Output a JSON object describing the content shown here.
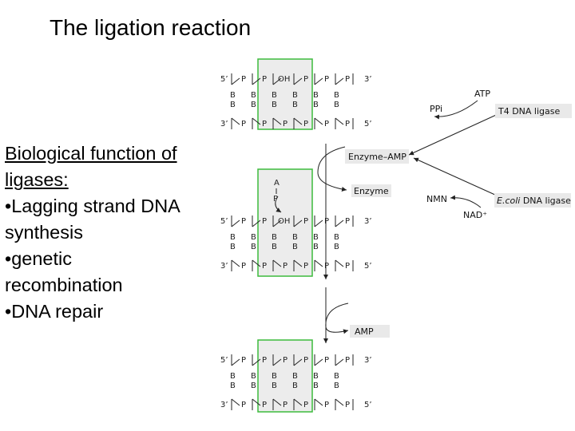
{
  "slide": {
    "title": "The ligation reaction",
    "bio_heading": [
      "Biological function of",
      "ligases:"
    ],
    "bio_items": [
      "•Lagging strand DNA",
      "synthesis",
      "•genetic",
      "recombination",
      "•DNA repair"
    ]
  },
  "diagram": {
    "strand_ends": {
      "five_prime": "5’",
      "three_prime": "3’"
    },
    "glyphs": {
      "phosphate": "P",
      "base": "B",
      "hydroxyl": "OH",
      "adenosine": "A"
    },
    "labels": {
      "atp": "ATP",
      "ppi": "PPi",
      "t4_ligase": "T4 DNA ligase",
      "enzyme_amp": "Enzyme–AMP",
      "enzyme": "Enzyme",
      "nmn": "NMN",
      "ecoli_ligase_italic": "E.coli",
      "ecoli_ligase_rest": " DNA ligase",
      "nad": "NAD⁺",
      "amp": "AMP"
    },
    "highlight_color": "#3dbb3d"
  }
}
